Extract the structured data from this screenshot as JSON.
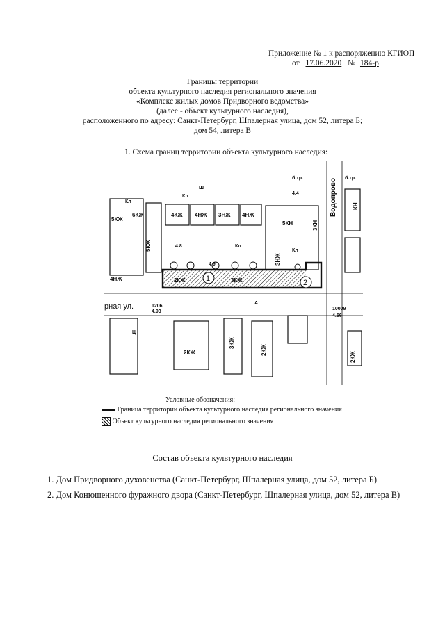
{
  "header": {
    "appendix": "Приложение № 1 к распоряжению КГИОП",
    "date_prefix": "от",
    "date_value": "17.06.2020",
    "number_prefix": "№",
    "number_value": "184-р"
  },
  "title": {
    "line1": "Границы территории",
    "line2": "объекта культурного наследия регионального значения",
    "line3": "«Комплекс жилых домов Придворного ведомства»",
    "line4": "(далее - объект культурного наследия),",
    "line5": "расположенного по адресу: Санкт-Петербург, Шпалерная улица, дом 52, литера Б;",
    "line6": "дом 54, литера В"
  },
  "scheme": {
    "heading": "1.   Схема границ территории объекта культурного наследия:",
    "labels": {
      "street_left": "рная ул.",
      "street_right": "Водопрово",
      "b1": "5КЖ",
      "b2": "6КЖ",
      "b3": "4КЖ",
      "b4": "4НЖ",
      "b5": "3НЖ",
      "b6": "4НЖ",
      "b7": "5КН",
      "b8": "3КН",
      "b9": "КН",
      "b10": "4НЖ",
      "b11": "2КЖ",
      "b12": "3КЖ",
      "b13": "2КЖ",
      "b14": "3КЖ",
      "b15": "2КЖ",
      "b16": "5КЖ",
      "b17": "2КЖ",
      "mark1": "1",
      "mark2": "2",
      "h1": "4.93",
      "h2": "4.56",
      "n1": "1206",
      "n2": "10009",
      "k1": "Кл",
      "k2": "Кл",
      "k3": "Кл",
      "k4": "Кл",
      "a": "А",
      "c": "Ц",
      "sh": "Ш",
      "tr1": "б.тр.",
      "tr2": "б.тр.",
      "h3": "4.8",
      "h4": "4.9",
      "h5": "4.4"
    }
  },
  "legend": {
    "title": "Условные обозначения:",
    "item1": "Граница территории объекта культурного наследия регионального значения",
    "item2": "Объект культурного наследия регионального значения"
  },
  "composition": {
    "heading": "Состав объекта культурного наследия",
    "items": [
      "1.   Дом Придворного духовенства (Санкт-Петербург, Шпалерная улица, дом 52, литера Б)",
      "2.   Дом Конюшенного фуражного двора (Санкт-Петербург, Шпалерная улица, дом 52, литера В)"
    ]
  }
}
